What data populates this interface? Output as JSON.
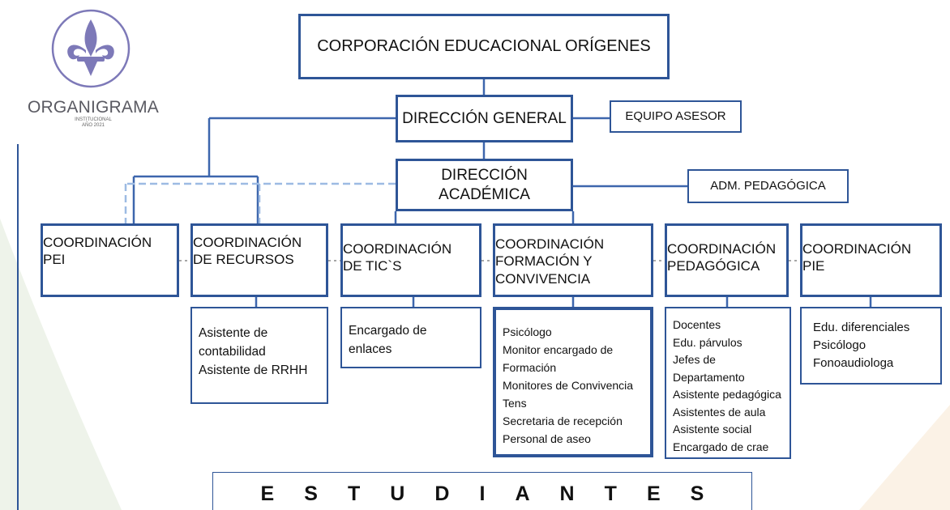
{
  "header": {
    "title": "ORGANIGRAMA",
    "subtitle_line1": "INSTITUCIONAL",
    "subtitle_line2": "AÑO 2021"
  },
  "nodes": {
    "corporacion": "CORPORACIÓN EDUCACIONAL ORÍGENES",
    "direccion_general": "DIRECCIÓN GENERAL",
    "equipo_asesor": "EQUIPO ASESOR",
    "direccion_academica_line1": "DIRECCIÓN",
    "direccion_academica_line2": "ACADÉMICA",
    "adm_pedagogica": "ADM. PEDAGÓGICA"
  },
  "coordinaciones": [
    {
      "line1": "COORDINACIÓN",
      "line2": "PEI",
      "line3": ""
    },
    {
      "line1": "COORDINACIÓN",
      "line2": "DE RECURSOS",
      "line3": ""
    },
    {
      "line1": "COORDINACIÓN",
      "line2": "DE TIC`S",
      "line3": ""
    },
    {
      "line1": "COORDINACIÓN",
      "line2": "FORMACIÓN Y",
      "line3": "CONVIVENCIA"
    },
    {
      "line1": "COORDINACIÓN",
      "line2": "PEDAGÓGICA",
      "line3": ""
    },
    {
      "line1": "COORDINACIÓN",
      "line2": "PIE",
      "line3": ""
    }
  ],
  "staff": {
    "recursos": [
      "Asistente de",
      "contabilidad",
      "Asistente de  RRHH"
    ],
    "tics": [
      "Encargado   de",
      "enlaces"
    ],
    "formacion": [
      "Psicólogo",
      "Monitor encargado de",
      "Formación",
      "Monitores de Convivencia",
      "Tens",
      "Secretaria de recepción",
      "Personal de aseo"
    ],
    "pedagogica": [
      "Docentes",
      "Edu. párvulos",
      "Jefes de",
      "Departamento",
      "Asistente pedagógica",
      "Asistentes de aula",
      "Asistente social",
      "Encargado de crae"
    ],
    "pie": [
      "Edu. diferenciales",
      "Psicólogo",
      "Fonoaudiologa"
    ]
  },
  "footer": {
    "letters": [
      "E",
      "S",
      "T",
      "U",
      "D",
      "I",
      "A",
      "N",
      "T",
      "E",
      "S"
    ]
  },
  "colors": {
    "box_border": "#2e5597",
    "connector": "#3d66ad",
    "dashed": "#9dbbe3",
    "logo": "#7d79b8"
  }
}
